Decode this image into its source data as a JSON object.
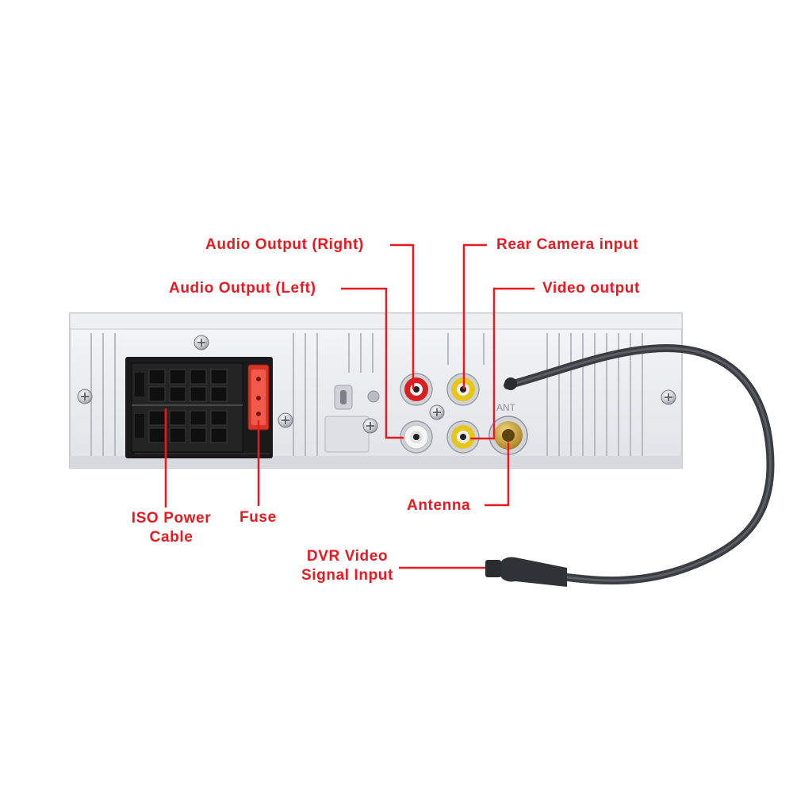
{
  "labels": {
    "audio_right": "Audio Output (Right)",
    "audio_left": "Audio Output (Left)",
    "rear_camera": "Rear Camera input",
    "video_output": "Video output",
    "iso_power_line1": "ISO Power",
    "iso_power_line2": "Cable",
    "fuse": "Fuse",
    "antenna": "Antenna",
    "dvr_line1": "DVR Video",
    "dvr_line2": "Signal Input",
    "ant_mark": "ANT"
  },
  "colors": {
    "label": "#e8191f",
    "leader": "#e8191f",
    "panel": "#e9ecef",
    "panel_edge": "#c8ccd0",
    "connector": "#1a1a1a",
    "fuse": "#d8342a",
    "rca_red": "#d92020",
    "rca_white": "#f5f5f5",
    "rca_yellow": "#e8c51a",
    "antenna_gold": "#c9a24a",
    "cable": "#3a3d42"
  },
  "icons": {
    "screw": "phillips-screw-icon",
    "rca": "rca-jack-icon",
    "antenna": "antenna-socket-icon"
  }
}
